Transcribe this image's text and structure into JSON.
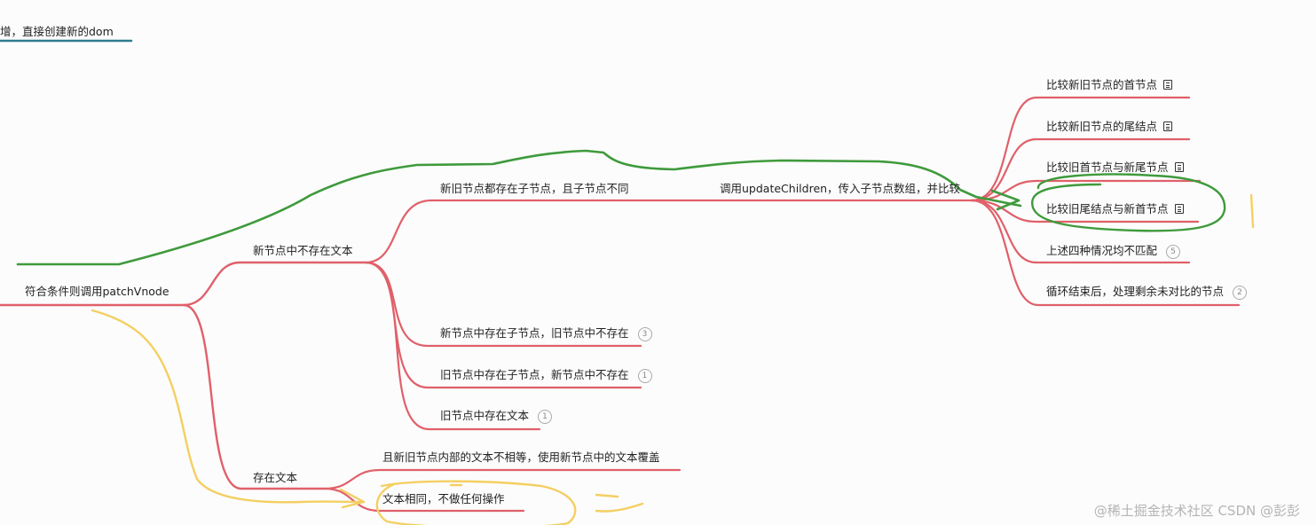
{
  "colors": {
    "branch_red": "#e0606a",
    "teal_underline": "#2f7c8c",
    "green_annotation": "#3f9a3c",
    "yellow_annotation": "#f4cf62"
  },
  "nodes": {
    "top_partial": "增，直接创建新的dom",
    "patch_vnode": "符合条件则调用patchVnode",
    "no_text": "新节点中不存在文本",
    "both_children": "新旧节点都存在子节点，且子节点不同",
    "update_children": "调用updateChildren，传入子节点数组，并比较",
    "compare_heads": "比较新旧节点的首节点",
    "compare_tails": "比较新旧节点的尾结点",
    "old_head_new_tail": "比较旧首节点与新尾节点",
    "old_tail_new_head": "比较旧尾结点与新首节点",
    "no_match": "上述四种情况均不匹配",
    "no_match_count": "5",
    "loop_end": "循环结束后，处理剩余未对比的节点",
    "loop_end_count": "2",
    "new_children_only": "新节点中存在子节点，旧节点中不存在",
    "new_children_only_count": "3",
    "old_children_only": "旧节点中存在子节点，新节点中不存在",
    "old_children_only_count": "1",
    "old_text": "旧节点中存在文本",
    "old_text_count": "1",
    "has_text": "存在文本",
    "text_differs": "且新旧节点内部的文本不相等，使用新节点中的文本覆盖",
    "text_same": "文本相同，不做任何操作"
  },
  "watermark": "@稀土掘金技术社区    CSDN @彭彭"
}
